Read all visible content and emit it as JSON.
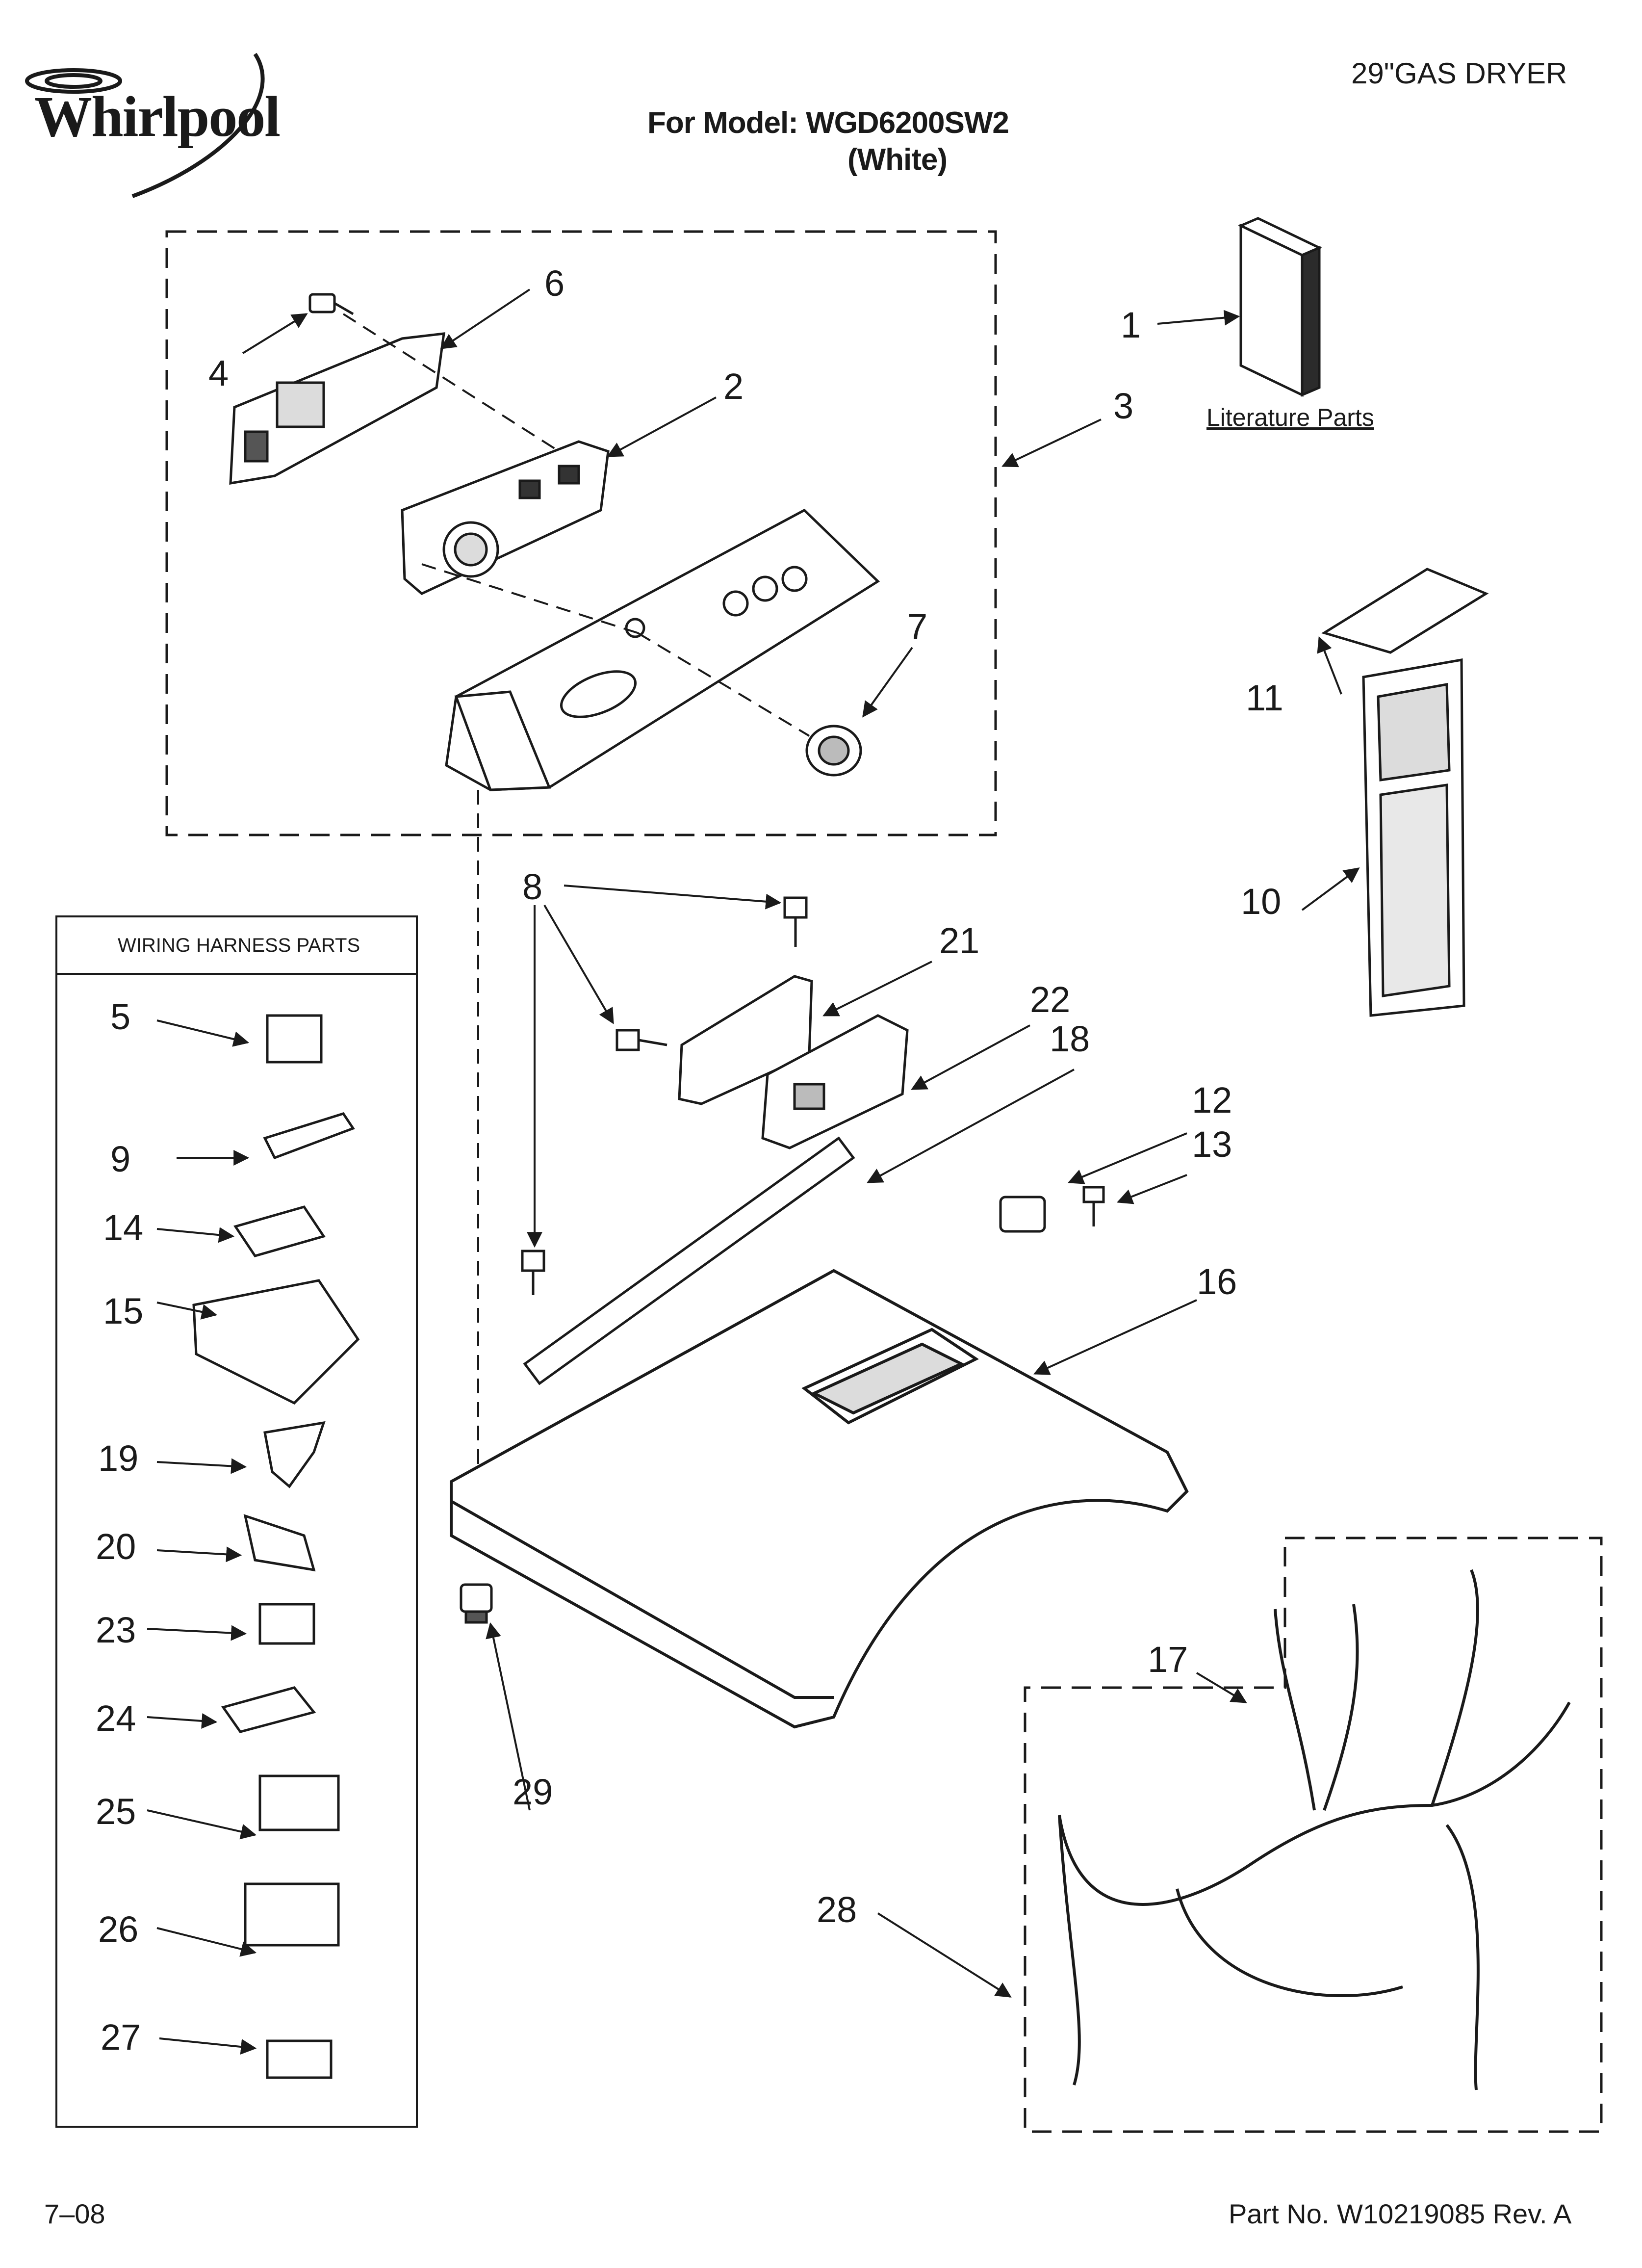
{
  "header": {
    "brand": "Whirlpool",
    "product": "29\"GAS DRYER",
    "model_line": "For Model: WGD6200SW2",
    "color_line": "(White)"
  },
  "literature_label": "Literature Parts",
  "harness_box_title": "WIRING HARNESS PARTS",
  "callouts": {
    "c1": "1",
    "c2": "2",
    "c3": "3",
    "c4": "4",
    "c5": "5",
    "c6": "6",
    "c7": "7",
    "c8": "8",
    "c9": "9",
    "c10": "10",
    "c11": "11",
    "c12": "12",
    "c13": "13",
    "c14": "14",
    "c15": "15",
    "c16": "16",
    "c17": "17",
    "c18": "18",
    "c19": "19",
    "c20": "20",
    "c21": "21",
    "c22": "22",
    "c23": "23",
    "c24": "24",
    "c25": "25",
    "c26": "26",
    "c27": "27",
    "c28": "28",
    "c29": "29"
  },
  "footer": {
    "date": "7–08",
    "part_number": "Part No. W10219085 Rev. A"
  },
  "colors": {
    "ink": "#1a1a1a",
    "paper": "#ffffff"
  }
}
